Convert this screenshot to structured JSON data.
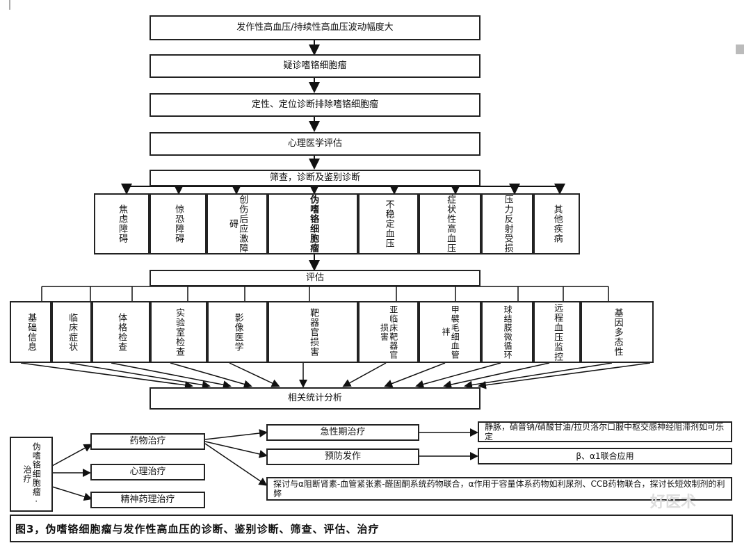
{
  "flow": {
    "step1": "发作性高血压/持续性高血压波动幅度大",
    "step2": "疑诊嗜铬细胞瘤",
    "step3": "定性、定位诊断排除嗜铬细胞瘤",
    "step4": "心理医学评估",
    "step5": "筛查，诊断及鉴别诊断"
  },
  "diagnoses": [
    "焦虑障碍",
    "惊恐障碍",
    "创伤后应激障碍",
    "伪嗜铬细胞瘤",
    "不稳定血压",
    "症状性高血压",
    "压力反射受损",
    "其他疾病"
  ],
  "evaluation_label": "评估",
  "evaluations": [
    "基础信息",
    "临床症状",
    "体格检查",
    "实验室检查",
    "影像医学",
    "靶器官损害",
    "亚临床靶器官损害",
    "甲襞毛细血管袢",
    "球结膜微循环",
    "远程血压监控",
    "基因多态性"
  ],
  "analysis_label": "相关统计分析",
  "treatment": {
    "root": "伪嗜铬细胞瘤·治疗",
    "drug": "药物治疗",
    "psych": "心理治疗",
    "psychopharm": "精神药理治疗",
    "acute": "急性期治疗",
    "prevent": "预防发作",
    "acute_detail": "静脉，硝普钠/硝酸甘油/拉贝洛尔口服中枢交感神经阻滞剂如可乐定",
    "prevent_detail": "β、α1联合应用",
    "explore": "探讨与α阻断肾素-血管紧张素-醛固酮系统药物联合，α作用于容量体系药物如利尿剂、CCB药物联合，探讨长短效制剂的利弊"
  },
  "caption": "图3，伪嗜铬细胞瘤与发作性高血压的诊断、鉴别诊断、筛查、评估、治疗",
  "watermark": "好医术"
}
